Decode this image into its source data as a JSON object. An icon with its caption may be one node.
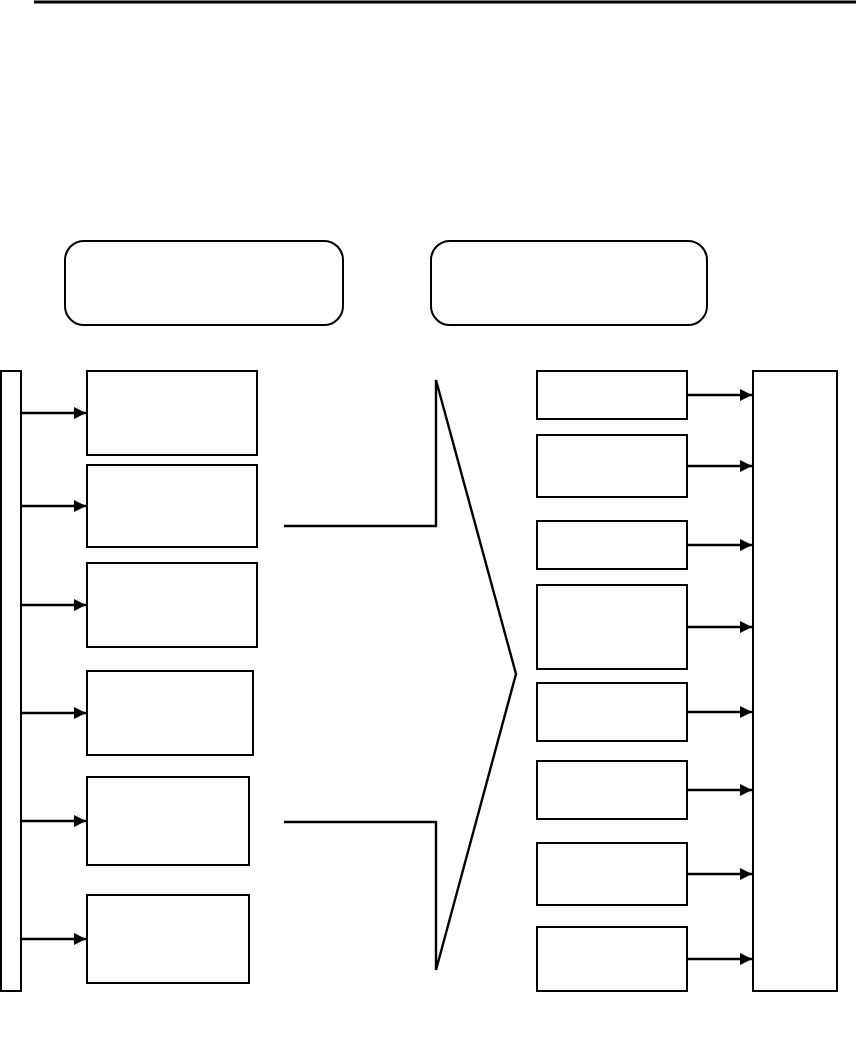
{
  "diagram": {
    "nodes": [
      {
        "text": [],
        "shape": "box"
      },
      {
        "text": [],
        "shape": "box"
      },
      {
        "text": [],
        "shape": "box"
      },
      {
        "text": [],
        "shape": "box"
      },
      {
        "text": [],
        "shape": "box"
      },
      {
        "text": [],
        "shape": "box"
      },
      {
        "text": [],
        "shape": "box"
      },
      {
        "text": [],
        "shape": "box"
      },
      {
        "text": [],
        "shape": "box"
      },
      {
        "text": [],
        "shape": "box"
      },
      {
        "text": [],
        "shape": "box"
      },
      {
        "text": [],
        "shape": "box"
      },
      {
        "text": [],
        "shape": "box"
      },
      {
        "text": [],
        "shape": "box"
      },
      {
        "text": [],
        "shape": "box"
      },
      {
        "text": [],
        "shape": "box"
      },
      {
        "text": [],
        "shape": "box"
      },
      {
        "text": [],
        "shape": "box"
      }
    ],
    "edges": [
      {
        "from": 2,
        "to": 3,
        "arrow": "to"
      },
      {
        "from": 2,
        "to": 4,
        "arrow": "to"
      },
      {
        "from": 2,
        "to": 5,
        "arrow": "to"
      },
      {
        "from": 2,
        "to": 6,
        "arrow": "to"
      },
      {
        "from": 2,
        "to": 7,
        "arrow": "to"
      },
      {
        "from": 2,
        "to": 8,
        "arrow": "to"
      },
      {
        "from": 9,
        "to": 17,
        "arrow": "to"
      },
      {
        "from": 10,
        "to": 17,
        "arrow": "to"
      },
      {
        "from": 11,
        "to": 17,
        "arrow": "to"
      },
      {
        "from": 12,
        "to": 17,
        "arrow": "to"
      },
      {
        "from": 13,
        "to": 17,
        "arrow": "to"
      },
      {
        "from": 14,
        "to": 17,
        "arrow": "to"
      },
      {
        "from": 15,
        "to": 17,
        "arrow": "to"
      },
      {
        "from": 16,
        "to": 17,
        "arrow": "to"
      }
    ]
  }
}
